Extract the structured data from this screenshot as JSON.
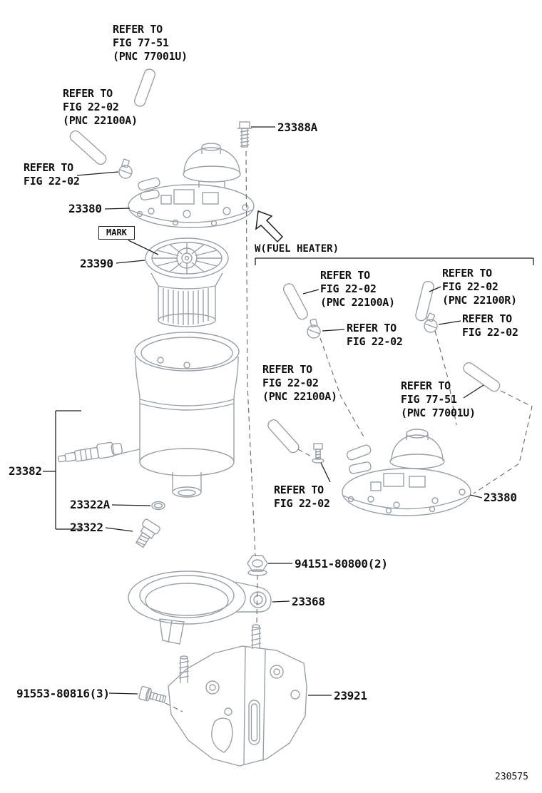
{
  "style": {
    "background": "#ffffff",
    "part_line_color": "#9ba1a6",
    "leader_color": "#1f1f1f",
    "text_color": "#111111"
  },
  "doc_number": "230575",
  "labels": {
    "ref_7751_top": {
      "lines": [
        "REFER TO",
        "FIG 77-51",
        "(PNC 77001U)"
      ]
    },
    "ref_2202a_left": {
      "lines": [
        "REFER TO",
        "FIG 22-02",
        "(PNC 22100A)"
      ]
    },
    "ref_2202_left": {
      "lines": [
        "REFER TO",
        "FIG 22-02"
      ]
    },
    "fuel_heater_note": "W(FUEL HEATER)",
    "mark_tag": "MARK",
    "ref_2202a_mid": {
      "lines": [
        "REFER TO",
        "FIG 22-02",
        "(PNC 22100A)"
      ]
    },
    "ref_2202r_right": {
      "lines": [
        "REFER TO",
        "FIG 22-02",
        "(PNC 22100R)"
      ]
    },
    "ref_2202_mid": {
      "lines": [
        "REFER TO",
        "FIG 22-02"
      ]
    },
    "ref_2202_right": {
      "lines": [
        "REFER TO",
        "FIG 22-02"
      ]
    },
    "ref_2202a_lower": {
      "lines": [
        "REFER TO",
        "FIG 22-02",
        "(PNC 22100A)"
      ]
    },
    "ref_7751_right": {
      "lines": [
        "REFER TO",
        "FIG 77-51",
        "(PNC 77001U)"
      ]
    },
    "ref_2202_lower": {
      "lines": [
        "REFER TO",
        "FIG 22-02"
      ]
    }
  },
  "part_numbers": {
    "bolt_23388A": "23388A",
    "filter_head_left": "23380",
    "filter_element": "23390",
    "filter_bowl": "23382",
    "oring": "23322A",
    "sensor": "23322",
    "nut": "94151-80800(2)",
    "clamp_ring": "23368",
    "bolt_91553": "91553-80816(3)",
    "bracket": "23921",
    "filter_head_right": "23380"
  }
}
